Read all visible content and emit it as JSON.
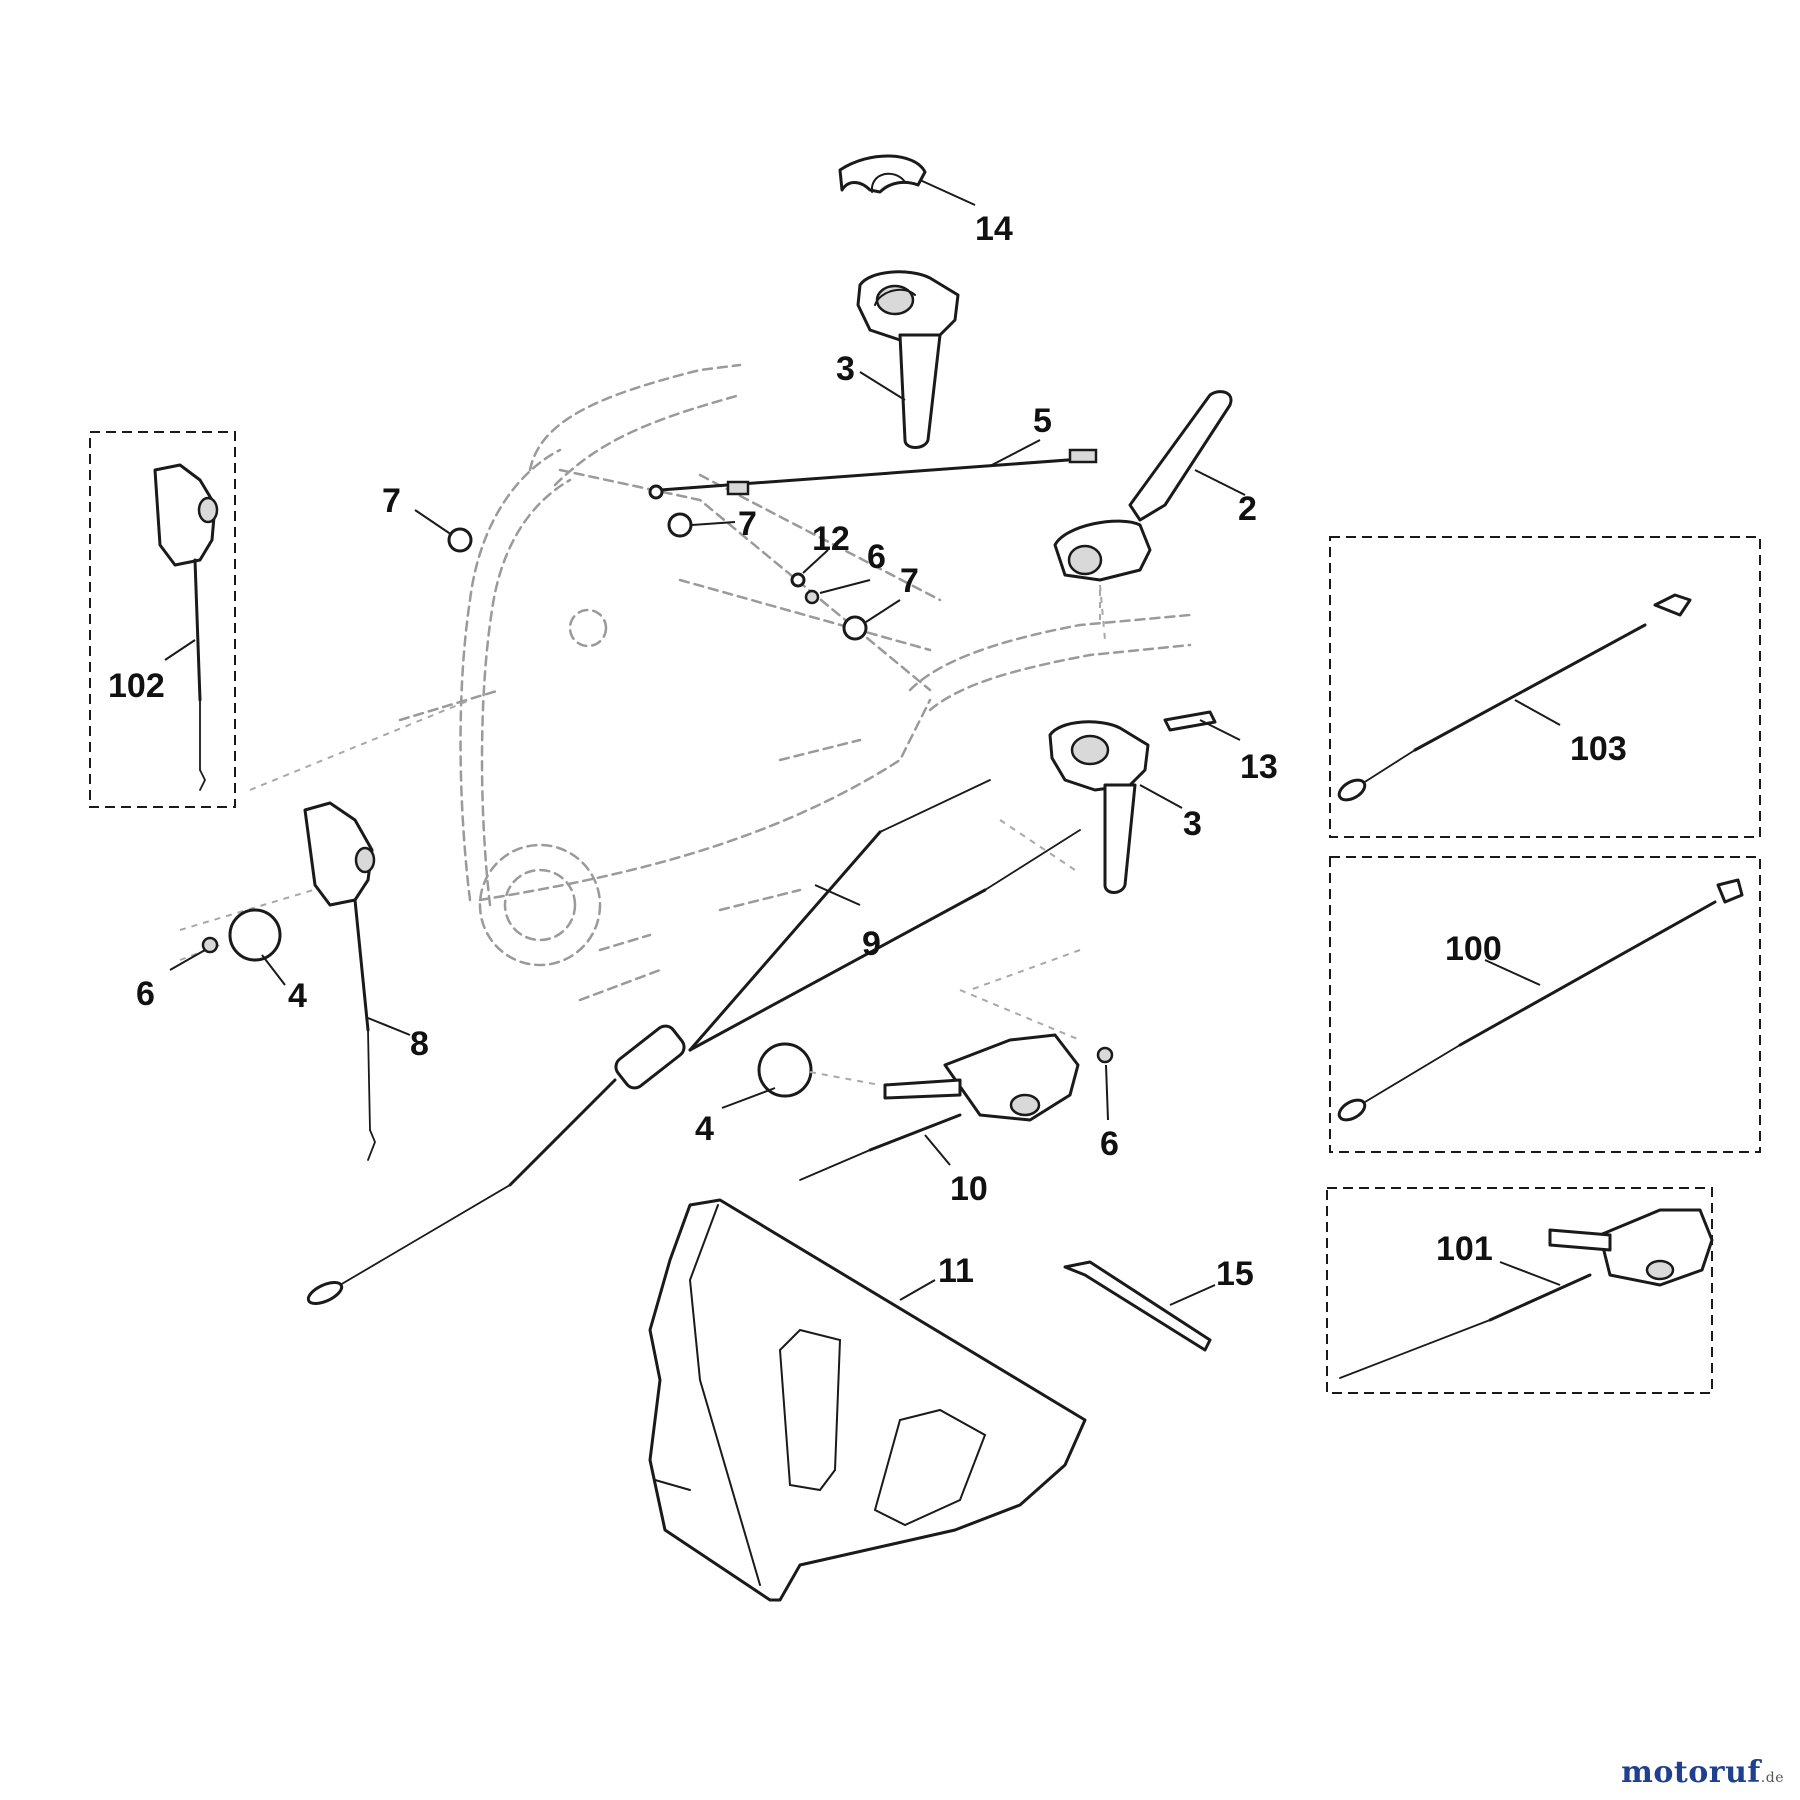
{
  "callouts": {
    "c14": "14",
    "c3a": "3",
    "c5": "5",
    "c2": "2",
    "c7a": "7",
    "c7b": "7",
    "c12": "12",
    "c6a": "6",
    "c7c": "7",
    "c102": "102",
    "c103": "103",
    "c13": "13",
    "c3b": "3",
    "c100": "100",
    "c9": "9",
    "c6b": "6",
    "c4a": "4",
    "c8": "8",
    "c4b": "4",
    "c6c": "6",
    "c10": "10",
    "c101": "101",
    "c11": "11",
    "c15": "15"
  },
  "watermark": {
    "brand": "motoruf",
    "tld": ".de"
  }
}
